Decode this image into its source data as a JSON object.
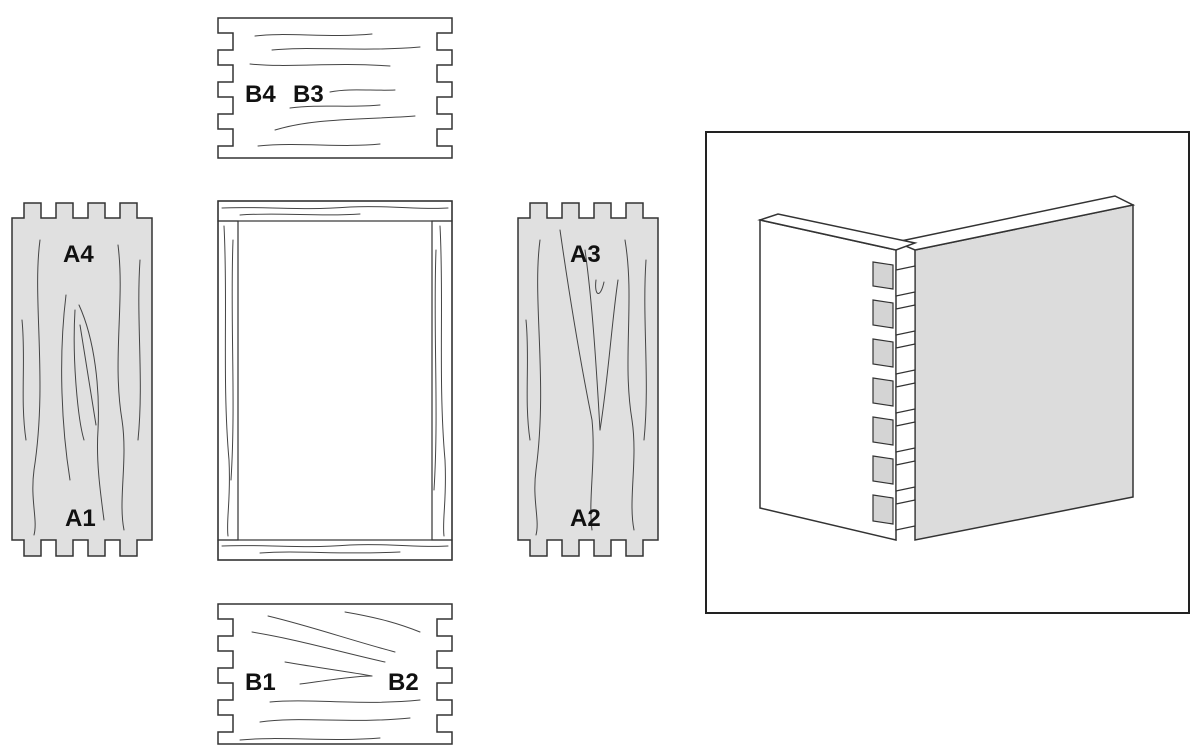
{
  "labels": {
    "a1": "A1",
    "a2": "A2",
    "a3": "A3",
    "a4": "A4",
    "b1": "B1",
    "b2": "B2",
    "b3": "B3",
    "b4": "B4"
  },
  "colors": {
    "board_fill": "#e0e0e0",
    "end_board_fill": "#ffffff",
    "outline": "#333333",
    "text": "#111111"
  }
}
